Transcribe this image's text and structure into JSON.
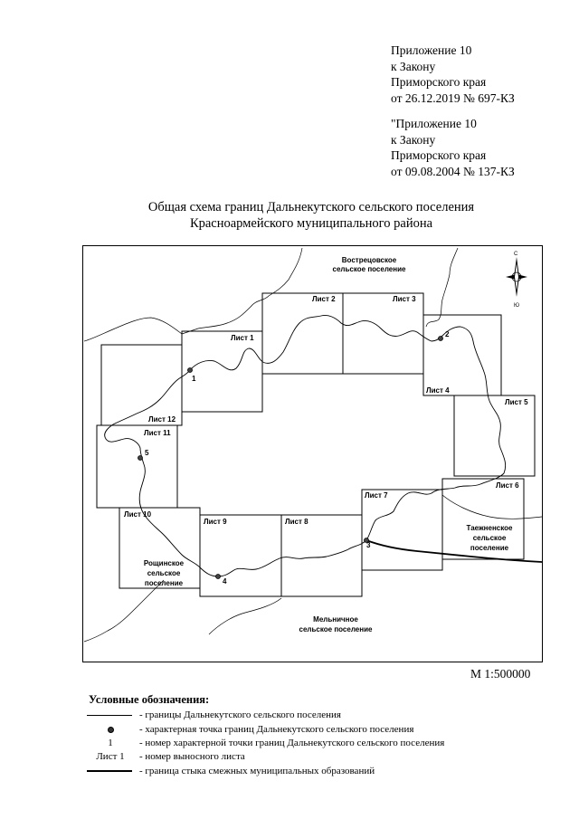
{
  "header_current": {
    "line1": "Приложение 10",
    "line2": "к Закону",
    "line3": "Приморского края",
    "line4": "от 26.12.2019 № 697-КЗ"
  },
  "header_original": {
    "line1": "\"Приложение 10",
    "line2": "к Закону",
    "line3": "Приморского края",
    "line4": "от 09.08.2004 № 137-КЗ"
  },
  "title": {
    "line1": "Общая схема границ Дальнекутского сельского поселения",
    "line2": "Красноармейского муниципального района"
  },
  "map": {
    "areas": {
      "vostretsovskoe": [
        "Вострецовское",
        "сельское поселение"
      ],
      "taezhenskoe": [
        "Таежненское",
        "сельское",
        "поселение"
      ],
      "roshchinskoe": [
        "Рощинское",
        "сельское",
        "поселение"
      ],
      "melnichnoe": [
        "Мельничное",
        "сельское поселение"
      ]
    },
    "sheets": {
      "s1": "Лист 1",
      "s2": "Лист 2",
      "s3": "Лист 3",
      "s4": "Лист 4",
      "s5": "Лист 5",
      "s6": "Лист 6",
      "s7": "Лист 7",
      "s8": "Лист 8",
      "s9": "Лист 9",
      "s10": "Лист 10",
      "s11": "Лист 11",
      "s12": "Лист 12"
    },
    "points": {
      "p1": "1",
      "p2": "2",
      "p3": "3",
      "p4": "4",
      "p5": "5"
    },
    "compass": {
      "north": "С",
      "south": "Ю"
    }
  },
  "scale": "М 1:500000",
  "legend": {
    "title": "Условные обозначения:",
    "items": [
      {
        "symbol": "thin-line",
        "text": "- границы Дальнекутского сельского поселения"
      },
      {
        "symbol": "dot",
        "text": "- характерная точка границ Дальнекутского сельского поселения"
      },
      {
        "symbol": "1",
        "text": "- номер характерной точки границ Дальнекутского сельского поселения"
      },
      {
        "symbol": "Лист 1",
        "text": "- номер выносного листа"
      },
      {
        "symbol": "thick-line",
        "text": "- граница стыка смежных муниципальных образований"
      }
    ]
  }
}
